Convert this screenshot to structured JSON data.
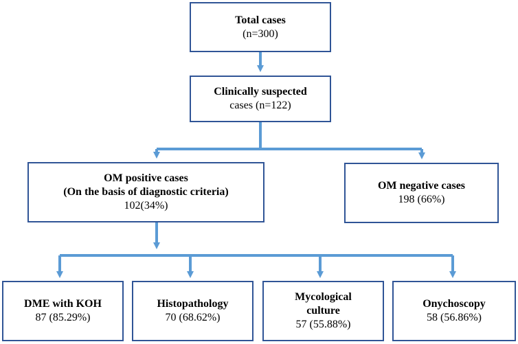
{
  "boxes": {
    "total": {
      "line1": "Total cases",
      "line2": "(n=300)"
    },
    "suspected": {
      "line1": "Clinically suspected",
      "line2": "cases (n=122)"
    },
    "positive": {
      "line1": "OM positive cases",
      "line2": "(On the basis of diagnostic criteria)",
      "line3": "102(34%)"
    },
    "negative": {
      "line1": "OM negative cases",
      "line2": "198 (66%)"
    },
    "dme": {
      "line1": "DME with KOH",
      "line2": "87 (85.29%)"
    },
    "histo": {
      "line1": "Histopathology",
      "line2": "70 (68.62%)"
    },
    "myco": {
      "line1a": "Mycological",
      "line1b": "culture",
      "line2": "57 (55.88%)"
    },
    "onycho": {
      "line1": "Onychoscopy",
      "line2": "58 (56.86%)"
    }
  },
  "colors": {
    "border": "#2f5496",
    "connector": "#5b9bd5"
  }
}
